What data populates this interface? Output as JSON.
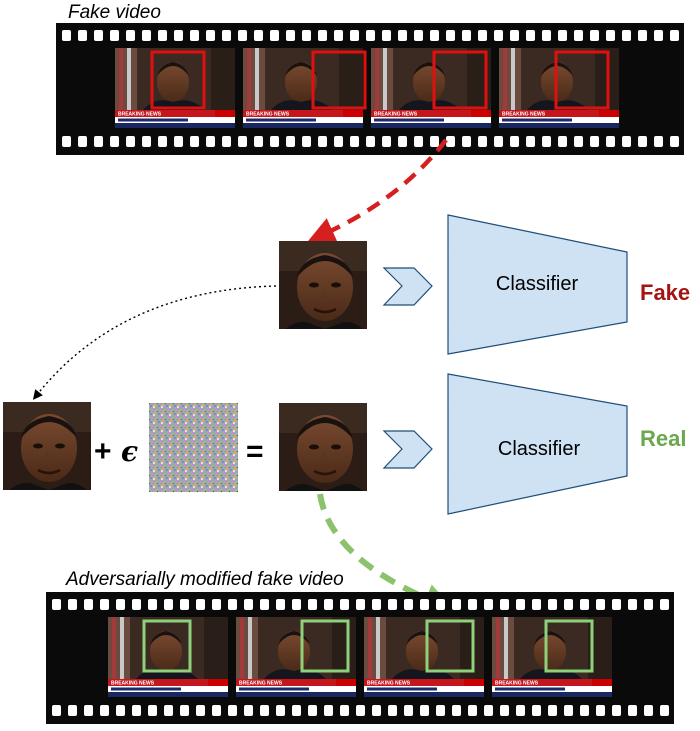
{
  "top_strip": {
    "title": "Fake video",
    "frame_count": 4
  },
  "bottom_strip": {
    "title": "Adversarially modified fake video",
    "frame_count": 4
  },
  "top_classifier": {
    "label": "Classifier",
    "verdict": "Fake",
    "verdict_color": "#a31515"
  },
  "bottom_classifier": {
    "label": "Classifier",
    "verdict": "Real",
    "verdict_color": "#6aa84f"
  },
  "equation": {
    "plus": "+",
    "epsilon": "ϵ",
    "equals": "="
  },
  "colors": {
    "fake_box": "#e01010",
    "real_box": "#8fd07a",
    "classifier_fill": "#cfe2f3",
    "red_arrow": "#d62020",
    "green_arrow": "#8cc26b",
    "film": "#0a0a0a"
  },
  "icons": {
    "chevron": "chevron-right-icon"
  }
}
